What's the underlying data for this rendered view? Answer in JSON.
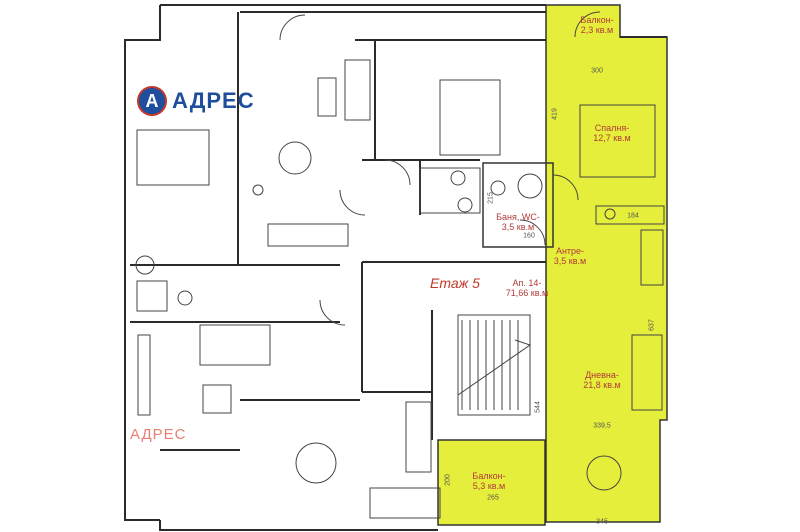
{
  "brand": {
    "name": "АДРЕС",
    "mark": "A",
    "watermark": "АДРЕС"
  },
  "floor_label": "Етаж 5",
  "highlight_color": "#e5ee3a",
  "rooms": {
    "balcony_top": {
      "name": "Балкон-",
      "area": "2,3 кв.м"
    },
    "bedroom": {
      "name": "Спалня-",
      "area": "12,7 кв.м"
    },
    "bath": {
      "name": "Баня, WC-",
      "area": "3,5 кв.м"
    },
    "hall": {
      "name": "Антре-",
      "area": "3,5 кв.м"
    },
    "apartment": {
      "name": "Ап. 14-",
      "area": "71,66 кв.м"
    },
    "living": {
      "name": "Дневна-",
      "area": "21,8 кв.м"
    },
    "balcony_bottom": {
      "name": "Балкон-",
      "area": "5,3 кв.м"
    }
  },
  "dimensions": {
    "d300": "300",
    "d419": "419",
    "d184": "184",
    "d215": "215",
    "d160": "160",
    "d637": "637",
    "d544": "544",
    "d3395": "339,5",
    "d200": "200",
    "d265": "265",
    "d345": "345"
  }
}
